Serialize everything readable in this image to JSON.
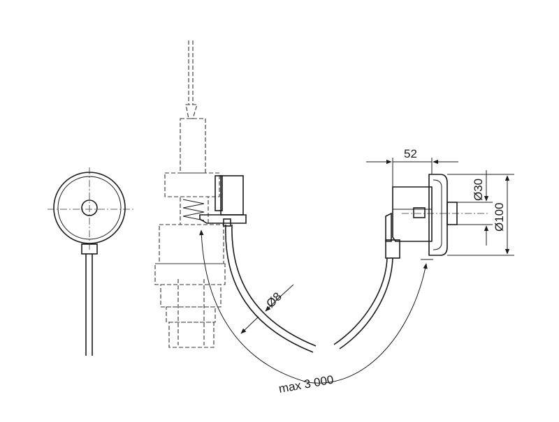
{
  "dimensions": {
    "width": "52",
    "small_diameter": "Ø30",
    "large_diameter": "Ø100",
    "tube_diameter": "Ø8",
    "max_length": "max 3 000"
  },
  "colors": {
    "line": "#1a1a1a",
    "background": "#ffffff"
  }
}
